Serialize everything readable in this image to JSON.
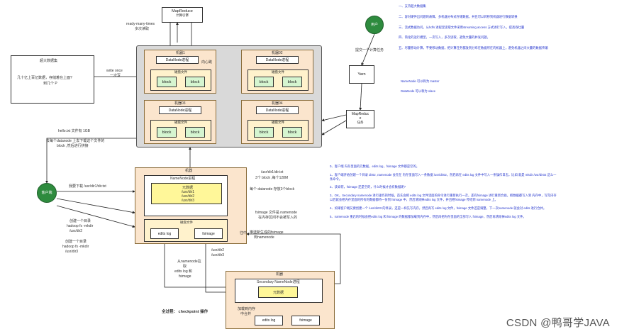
{
  "mapreduce_top": {
    "title": "MapReduce",
    "subtitle": "计算引擎"
  },
  "annotations": {
    "ready_many_times": "ready-many-times",
    "many_reads": "多次读取",
    "write_once": "write once",
    "write_once_cn": "一次写",
    "hello_file": "hello.txt 文件有 1GB",
    "find_datanode": "去每个datanode 上去下载这个文件的",
    "block_merge": "block ,然后进行拼接",
    "submit_task": "提交一个计算任务",
    "download": "我要下载 /usr/dir1/dir.txt",
    "create_dir1": "创建一个目录",
    "create_dir1_cmd": "hadoop fs -mkdir",
    "create_dir1_path": "/usr/dir2",
    "create_dir2": "创建一个目录",
    "create_dir2_cmd": "hadoop fs -mkdir",
    "create_dir2_path": "/usr/dir3",
    "usr_dir1": "/usr/dir1/dir.txt",
    "three_block": "3个 block ,每个128M",
    "each_datanode": "每个 datanode 存放3个block",
    "fsimage_mem": "fsimage 文件是 namenode",
    "fsimage_mem2": "在内存区间不会被写入的",
    "merge_fsimage": "推送新生成的fsimage",
    "merge_fsimage2": "到namenode",
    "copy_from_nn": "从namenode拉",
    "copy_from_nn2": "取",
    "copy_from_nn3": "edits log 和",
    "copy_from_nn4": "fsimage",
    "usr_dir2": "/usr/dir2",
    "usr_dir3": "/usr/dir3",
    "load_mem": "加载到内存",
    "load_mem2": "中合并",
    "checkpoint": "全过程： checkpoint 操作",
    "write_in": "往中"
  },
  "left_note": {
    "line1": "超大数据集",
    "line2": "几十亿上百亿数据，存储着在上面?",
    "line3": "到几个 P"
  },
  "cluster": {
    "machine_label_1": "机器1",
    "machine_label_2": "机器02",
    "machine_label_3": "机器03",
    "machine_label_4": "机器04",
    "datanode": "DataNode进程",
    "disk": "磁盘文件",
    "block": "block",
    "heartbeat": "向心跳"
  },
  "yarn": {
    "label": "Yarn"
  },
  "mapreduce_task": {
    "line1": "MapReduc",
    "line2": "e",
    "line3": "任务"
  },
  "user": {
    "label": "用户"
  },
  "client": {
    "label": "客户端"
  },
  "namenode_machine": {
    "title": "机器",
    "process": "NameNode进程",
    "metadata": "元数据",
    "dir1": "/usr/dir1",
    "dir2": "/usr/dir2",
    "dir3": "/usr/dir3",
    "disk": "磁盘文件",
    "edits": "edits log",
    "fsimage": "fsimage"
  },
  "secondary": {
    "title": "机器",
    "process": "Secondary NameNode进程",
    "metadata": "元数据",
    "edits": "edits log",
    "fsimage": "fsimage"
  },
  "features": [
    "一、支持超大数据集",
    "二、容对硬件出问题的故障，多机器分布式存储数据，并且可以转移到机器进行数据转换",
    "三、流式数据访问，从hdfs 进程里读取文件采用streaming access 方式进行写入，提高吞吐量",
    "四、简化的运行模型，一次写入，多次读取，避免大量的并发问题。",
    "五、尽量移动计算，不要移动数据，把计算任务都放到分布在数据所在的机器上，避免机器之间大量的数据传输"
  ],
  "roles": {
    "namenode": "NameNode 可以称为 master",
    "datanode": "DataNode 可以称为 slave"
  },
  "steps": [
    "0、客户端 内存里面的元数据，edits log，fsimage 文件都是空的。",
    "1、客户端开始创建一个目录 dir02 ,namenode 会先在 内存里面写入一条数据 /usr/dir02，然后再在 edits log 文件中写入一条操作日志，比如 就是 mkdir /usr/dir02 这么一条命令。",
    "2、该如何，fsimage 还是空的，什么时候才会有数据呢?",
    "3、OK，Secondary namenode 进行操作的时候，首先会把 edits log 文件里面的命令进行重新执行一次，还有fsimage 进行重新合拢，把数据都写入到 内存中，写完内存以后就会把内存里面的所有的数据都持一份到 fsimage 中，然后清除掉edits log 文件，并且把fsimage 传给到 namenode 上。",
    "4、如果客户端又要创建一个 /usr/dir03 的目录，还是一样先写内存，然后再写 edits log 文件，fsimage 文件还是调整，下一次namenode 就会对 edits 进行合并。",
    "5、namenode 重启的时候会把edits log 和 fsimage 的数据都加载到内存中，然后再把内存里面的全部写入 fsimage，然后再清除掉edits log 文件。"
  ],
  "watermark": "CSDN @鸭哥学JAVA"
}
